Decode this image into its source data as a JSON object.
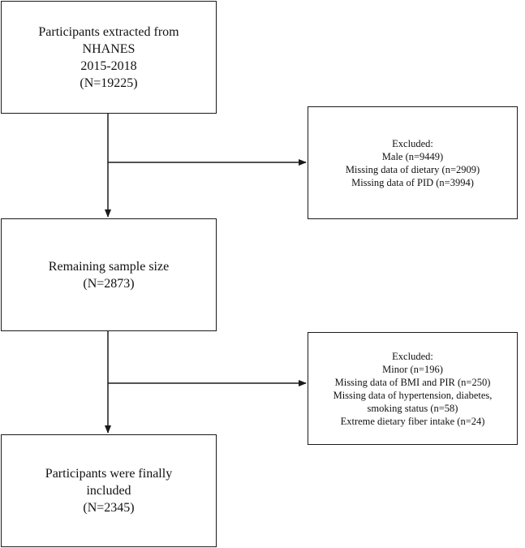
{
  "boxes": {
    "participants_extracted": {
      "lines": [
        "Participants extracted from",
        "NHANES",
        "2015-2018",
        "(N=19225)"
      ]
    },
    "excluded_first": {
      "lines": [
        "Excluded:",
        "Male (n=9449)",
        "Missing data of dietary (n=2909)",
        "Missing data of PID (n=3994)"
      ]
    },
    "remaining_sample": {
      "lines": [
        "Remaining sample size",
        "(N=2873)"
      ]
    },
    "excluded_second": {
      "lines": [
        "Excluded:",
        "Minor (n=196)",
        "Missing data of BMI and PIR (n=250)",
        "Missing data of hypertension, diabetes,",
        "smoking status (n=58)",
        "Extreme dietary fiber intake (n=24)"
      ]
    },
    "finally_included": {
      "lines": [
        "Participants were finally",
        "included",
        "(N=2345)"
      ]
    }
  }
}
